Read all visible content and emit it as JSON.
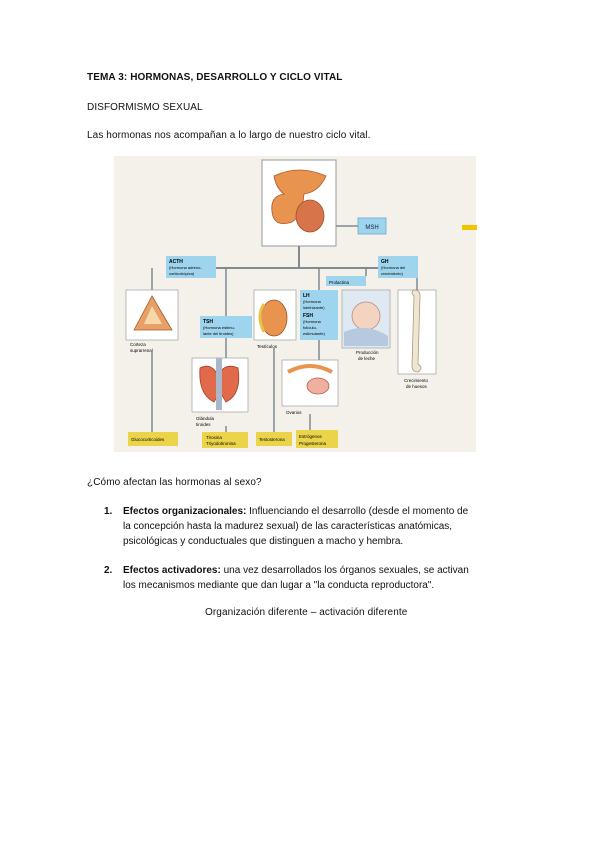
{
  "document": {
    "title": "TEMA 3:  HORMONAS,  DESARROLLO  Y  CICLO  VITAL",
    "subtitle": "DISFORMISMO SEXUAL",
    "intro": "Las hormonas  nos  acompañan a lo   largo  de  nuestro  ciclo  vital.",
    "question": "¿Cómo afectan  las  hormonas  al  sexo?",
    "items": [
      {
        "number": "1.",
        "term": "Efectos organizacionales:",
        "lines": [
          "Influenciando el desarrollo  (desde    el  momento  de",
          "la  concepción hasta la madurez sexual) de las características anatómicas,",
          "psicológicas    y conductuales  que distinguen  a  macho  y hembra."
        ]
      },
      {
        "number": "2.",
        "term": "Efectos activadores:",
        "lines": [
          "una vez desarrollados los órganos sexuales, se activan",
          "los  mecanismos  mediante que  dan  lugar  a  \"la conducta  reproductora\"."
        ]
      }
    ],
    "footer": "Organización diferente  –  activación  diferente"
  },
  "figure": {
    "labels": {
      "msh": "MSH",
      "acth": "ACTH",
      "acth_sub1": "(Hormona adreno-",
      "acth_sub2": "corticotrópica)",
      "gh": "GH",
      "gh_sub1": "(Hormona del",
      "gh_sub2": "crecimiento)",
      "prolactina": "Prolactina",
      "tsh": "TSH",
      "tsh_sub1": "(Hormona estimu-",
      "tsh_sub2": "lante del tiroides)",
      "lh": "LH",
      "lh_sub1": "(Hormona",
      "lh_sub2": "luteinizante)",
      "fsh": "FSH",
      "fsh_sub1": "(Hormona",
      "fsh_sub2": "folículo-",
      "fsh_sub3": "estimulante)",
      "corteza1": "Corteza",
      "corteza2": "suprarrenal",
      "testiculos": "Testículos",
      "produccion1": "Producción",
      "produccion2": "de leche",
      "crecimiento1": "Crecimiento",
      "crecimiento2": "de huesos",
      "glandula1": "Glándula",
      "glandula2": "tiroides",
      "ovarios": "Ovarios",
      "out_gluco": "Glucocorticoides",
      "out_tiroxina1": "Tiroxina",
      "out_tiroxina2": "Triyodotironina",
      "out_testo": "Testosterona",
      "out_estro1": "Estrógenos",
      "out_estro2": "Progesterona"
    },
    "colors": {
      "label_box": "#9fd4ee",
      "output_box": "#ecd44a",
      "arrow": "#7f8a92",
      "organ": "#e8934e"
    }
  }
}
